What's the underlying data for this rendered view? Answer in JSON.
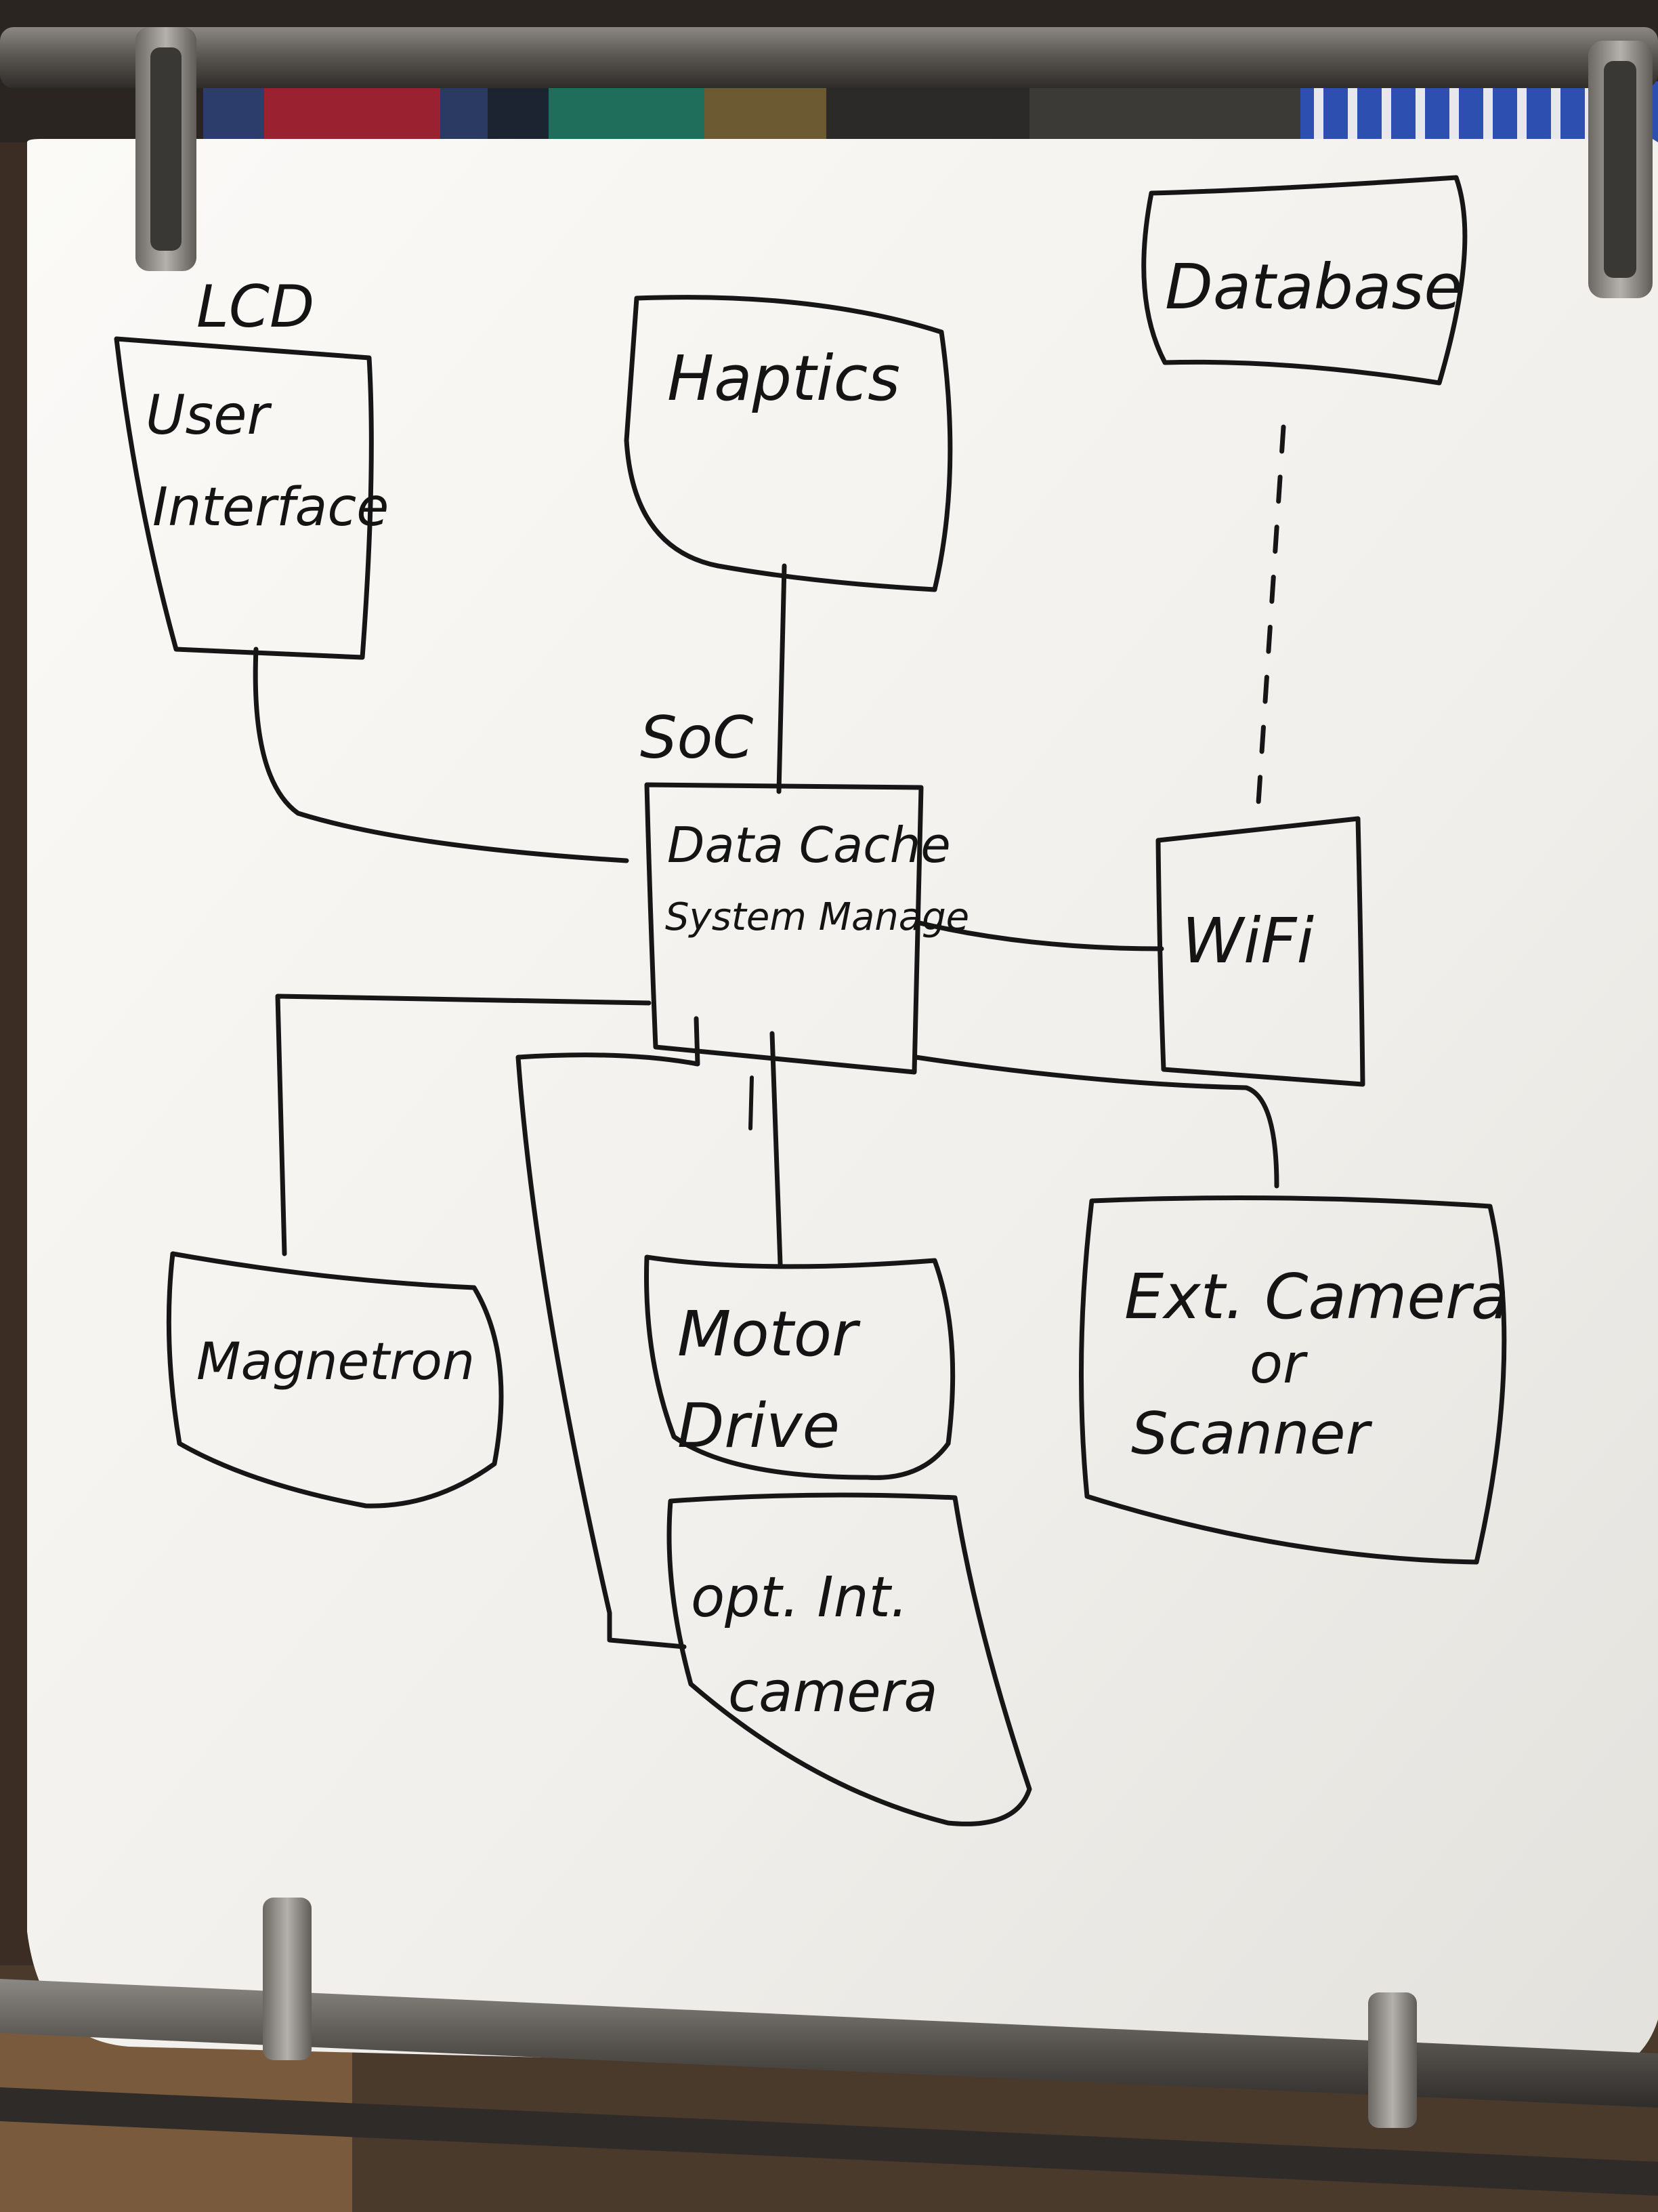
{
  "diagram": {
    "nodes": {
      "user_interface": {
        "tag": "LCD",
        "lines": [
          "User",
          "Interface"
        ]
      },
      "haptics": {
        "lines": [
          "Haptics"
        ]
      },
      "database": {
        "lines": [
          "Database"
        ]
      },
      "soc": {
        "tag": "SoC",
        "lines": [
          "Data Cache",
          "System Manage"
        ]
      },
      "wifi": {
        "lines": [
          "WiFi"
        ]
      },
      "magnetron": {
        "lines": [
          "Magnetron"
        ]
      },
      "motor_drive": {
        "lines": [
          "Motor",
          "Drive"
        ]
      },
      "ext_camera": {
        "lines": [
          "Ext. Camera",
          "or",
          "Scanner"
        ]
      },
      "opt_camera": {
        "lines": [
          "opt. Int.",
          "camera"
        ]
      }
    },
    "edges": [
      {
        "from": "user_interface",
        "to": "soc",
        "style": "solid"
      },
      {
        "from": "haptics",
        "to": "soc",
        "style": "solid"
      },
      {
        "from": "database",
        "to": "wifi",
        "style": "dashed"
      },
      {
        "from": "soc",
        "to": "wifi",
        "style": "solid"
      },
      {
        "from": "soc",
        "to": "magnetron",
        "style": "solid"
      },
      {
        "from": "soc",
        "to": "motor_drive",
        "style": "solid"
      },
      {
        "from": "soc",
        "to": "ext_camera",
        "style": "solid"
      },
      {
        "from": "soc",
        "to": "opt_camera",
        "style": "solid"
      }
    ]
  },
  "colors": {
    "board": "#f4f2ee",
    "marker": "#161616",
    "frame": "#5b5854",
    "background": "#3a2c22"
  }
}
